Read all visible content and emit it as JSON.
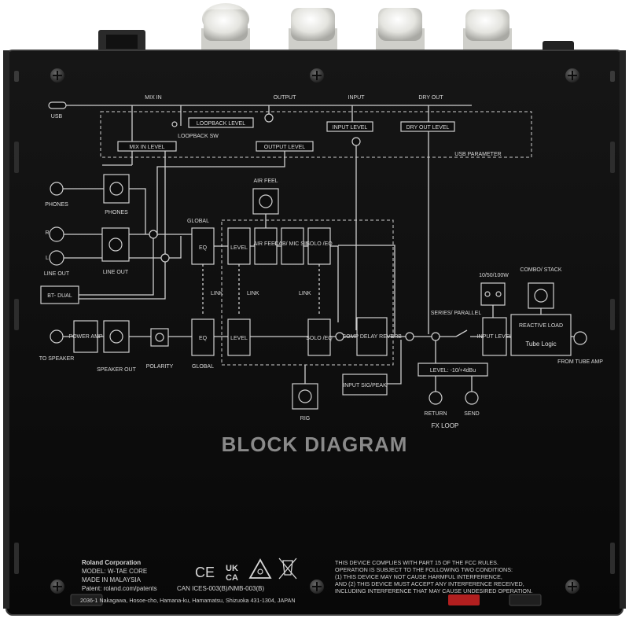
{
  "image": {
    "background_color": "#ffffff",
    "panel_color": "#0b0b0b",
    "print_color": "#d6d6d6",
    "accent_colors": {
      "knob": "#e6e6e2",
      "red_jack": "#b21f1f"
    }
  },
  "diagram": {
    "title": "BLOCK DIAGRAM",
    "labels": {
      "usb": "USB",
      "mix_in": "MIX IN",
      "output": "OUTPUT",
      "input": "INPUT",
      "dry_out": "DRY OUT",
      "loopback_level": "LOOPBACK LEVEL",
      "loopback_sw": "LOOPBACK SW",
      "mix_in_level": "MIX IN LEVEL",
      "output_level": "OUTPUT LEVEL",
      "input_level": "INPUT LEVEL",
      "dry_out_level": "DRY OUT LEVEL",
      "usb_parameter": "USB PARAMETER",
      "phones_jack": "PHONES",
      "phones_knob": "PHONES",
      "air_feel_knob": "AIR FEEL",
      "global_top": "GLOBAL",
      "eq_top": "EQ",
      "level_top": "LEVEL",
      "air_feel_box": "AIR FEEL",
      "cab_mic_sim": "CAB/ MIC SIM",
      "solo_eq_top": "SOLO /EQ",
      "r": "R",
      "l": "L",
      "line_out_jack": "LINE OUT",
      "line_out_knob": "LINE OUT",
      "bt_dual": "BT- DUAL",
      "link_1": "LINK",
      "link_2": "LINK",
      "link_3": "LINK",
      "to_speaker": "TO SPEAKER",
      "power_amp": "POWER AMP",
      "speaker_out": "SPEAKER OUT",
      "polarity": "POLARITY",
      "global_bottom": "GLOBAL",
      "eq_bottom": "EQ",
      "level_bottom": "LEVEL",
      "solo_eq_bottom": "SOLO /EQ",
      "comp_delay_reverb": "COMP DELAY REVERB",
      "input_sig_peak": "INPUT SIG/PEAK",
      "rig": "RIG",
      "series_parallel": "SERIES/ PARALLEL",
      "combo_stack": "COMBO/ STACK",
      "watts": "10/50/100W",
      "input_level_bottom": "INPUT LEVEL",
      "reactive_load": "REACTIVE LOAD",
      "tube_logic": "Tube Logic",
      "from_tube_amp": "FROM TUBE AMP",
      "level_range": "LEVEL: -10/+4dBu",
      "fx_loop": "FX LOOP",
      "return": "RETURN",
      "send": "SEND"
    }
  },
  "label_block": {
    "maker": "Roland Corporation",
    "model": "MODEL: W-TAE CORE",
    "origin": "MADE IN MALAYSIA",
    "patents": "Patent: roland.com/patents",
    "ces_nmb": "CAN ICES-003(B)/NMB-003(B)",
    "address": "2036-1 Nakagawa, Hosoe-cho, Hamana-ku, Hamamatsu, Shizuoka 431-1304, JAPAN",
    "ce_mark": "CE",
    "ukca_top": "UK",
    "ukca_bottom": "CA"
  },
  "fcc": [
    "THIS DEVICE COMPLIES WITH PART 15 OF THE FCC RULES.",
    "OPERATION IS SUBJECT TO THE FOLLOWING TWO CONDITIONS:",
    "(1) THIS DEVICE MAY NOT CAUSE HARMFUL INTERFERENCE,",
    "AND (2) THIS DEVICE MUST ACCEPT ANY INTERFERENCE RECEIVED,",
    "INCLUDING INTERFERENCE THAT MAY CAUSE UNDESIRED OPERATION."
  ]
}
